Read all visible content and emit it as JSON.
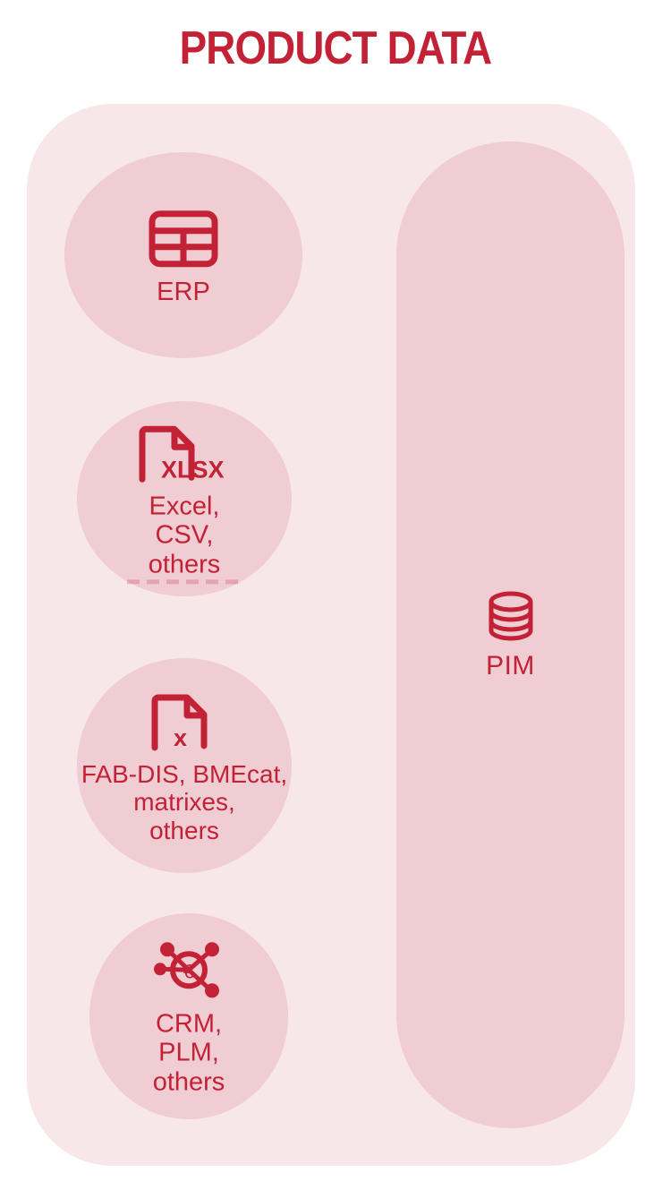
{
  "title": "PRODUCT DATA",
  "colors": {
    "accent_red": "#c32236",
    "panel_bg": "#f8e7e9",
    "circle_bg": "#efcdd2",
    "page_bg": "#ffffff"
  },
  "sources": [
    {
      "id": "erp",
      "icon": "table-grid-icon",
      "label": "ERP"
    },
    {
      "id": "xlsx",
      "icon": "file-xlsx-icon",
      "icon_text": "XLSX",
      "label": "Excel,\nCSV,\nothers"
    },
    {
      "id": "fabdis",
      "icon": "file-x-icon",
      "icon_text": "x",
      "label": "FAB-DIS, BMEcat,\nmatrixes,\nothers"
    },
    {
      "id": "crm",
      "icon": "euro-network-icon",
      "label": "CRM,\nPLM,\nothers"
    }
  ],
  "target": {
    "id": "pim",
    "icon": "database-cylinder-icon",
    "label": "PIM"
  }
}
